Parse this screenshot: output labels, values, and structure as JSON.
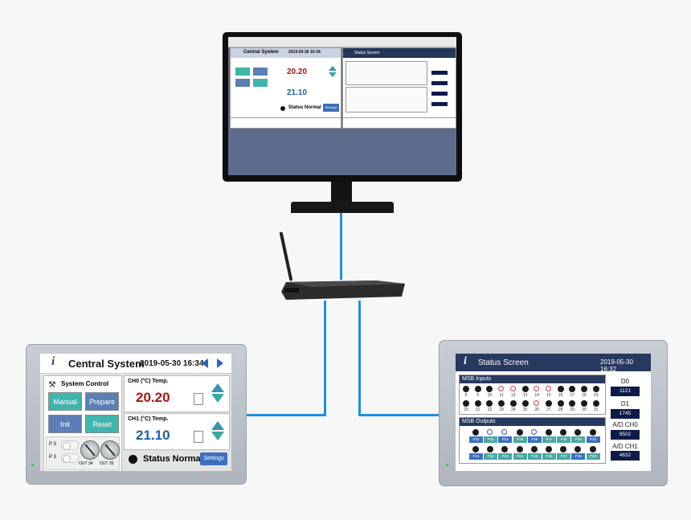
{
  "left_hmi": {
    "title": "Central System",
    "datetime": "2019-05-30 16:34",
    "system_control_label": "System Control",
    "buttons": {
      "manual": "Manual",
      "prepare": "Prepare",
      "init": "Init",
      "reset": "Reset"
    },
    "toggle_labels": [
      "P 3",
      "P 3"
    ],
    "gauge_labels": [
      "OUT 34",
      "OUT 35"
    ],
    "ch0_label": "CH0 (°C) Temp.",
    "ch0_value": "20.20",
    "ch1_label": "CH1 (°C) Temp.",
    "ch1_value": "21.10",
    "status_text": "Status Normal",
    "settings_label": "Settings",
    "colors": {
      "ch0": "#a81414",
      "ch1": "#1d5ea8",
      "teal": "#3fb6ad",
      "blue": "#5b7fb6"
    }
  },
  "right_hmi": {
    "title": "Status Screen",
    "datetime": "2019-05-30 16:32",
    "msb_inputs_label": "MSB Inputs",
    "input_row1": [
      "8",
      "9",
      "10",
      "11",
      "12",
      "13",
      "14",
      "15",
      "16",
      "17",
      "18",
      "19"
    ],
    "input_row2": [
      "20",
      "21",
      "22",
      "23",
      "24",
      "25",
      "26",
      "27",
      "28",
      "29",
      "30",
      "31"
    ],
    "msb_outputs_label": "MSB Outputs",
    "output_row1": [
      "P32",
      "P33",
      "P34",
      "P35",
      "P36",
      "P37",
      "P38",
      "P39",
      "P40"
    ],
    "output_row2": [
      "P41",
      "P42",
      "P43",
      "P44",
      "P45",
      "P46",
      "P47",
      "P48",
      "P49"
    ],
    "d0_label": "D0",
    "d0_value": "1121",
    "d1_label": "D1",
    "d1_value": "1745",
    "adch0_label": "A/D CH0",
    "adch0_value": "9502",
    "adch1_label": "A/D CH1",
    "adch1_value": "4632"
  },
  "monitor": {
    "left_window_title": "Central System",
    "left_window_date": "2019-05-30 16:34",
    "ch0_value": "20.20",
    "ch1_value": "21.10",
    "status_text": "Status Normal",
    "settings_label": "Settings",
    "right_window_title": "Status Screen"
  }
}
